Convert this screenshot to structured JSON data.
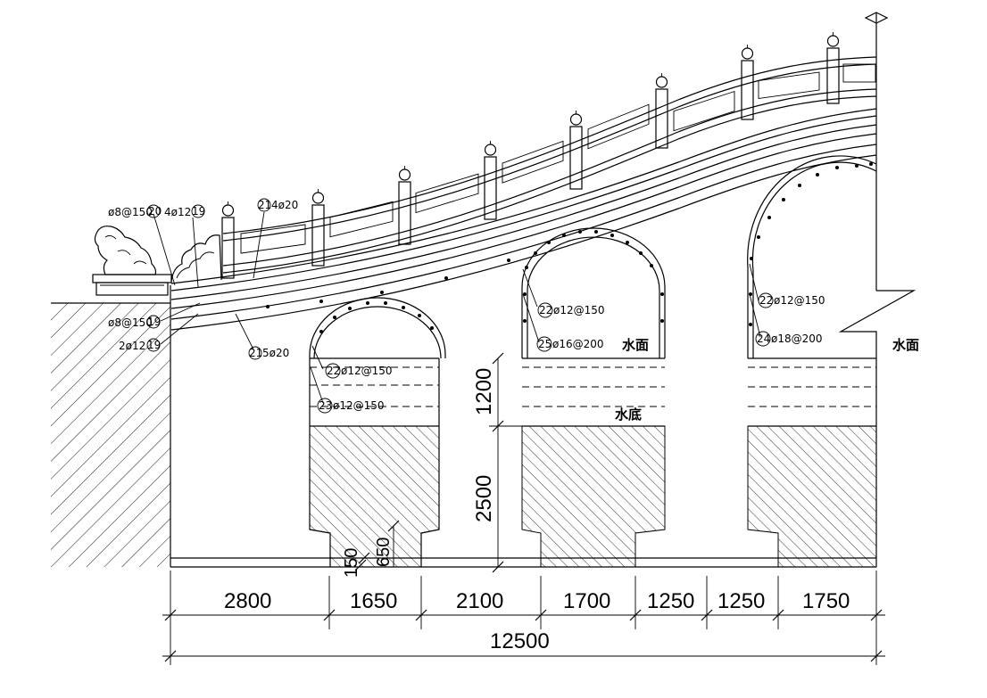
{
  "drawing": {
    "dimensions": {
      "spans": [
        "2800",
        "1650",
        "2100",
        "1700",
        "1250",
        "1250",
        "1750"
      ],
      "total": "12500",
      "vertical": [
        "1200",
        "2500"
      ],
      "small": [
        "650",
        "150"
      ]
    },
    "rebar_labels": {
      "l20": "ø8@150",
      "l20_num": "20",
      "l19a": "4ø12",
      "l19a_num": "19",
      "l21": "4ø20",
      "l21_num": "21",
      "l19b": "ø8@150",
      "l19b_num": "19",
      "l19c": "2ø12",
      "l19c_num": "19",
      "l21b": "5ø20",
      "l21b_num": "21",
      "a1_22": "ø12@150",
      "a1_22_num": "22",
      "a1_23": "ø12@150",
      "a1_23_num": "23",
      "a2_22": "ø12@150",
      "a2_22_num": "22",
      "a2_25": "ø16@200",
      "a2_25_num": "25",
      "a3_22": "ø12@150",
      "a3_22_num": "22",
      "a3_24": "ø18@200",
      "a3_24_num": "24"
    },
    "water_labels": {
      "surface_arch2": "水面",
      "bottom": "水底",
      "surface_right": "水面"
    }
  }
}
